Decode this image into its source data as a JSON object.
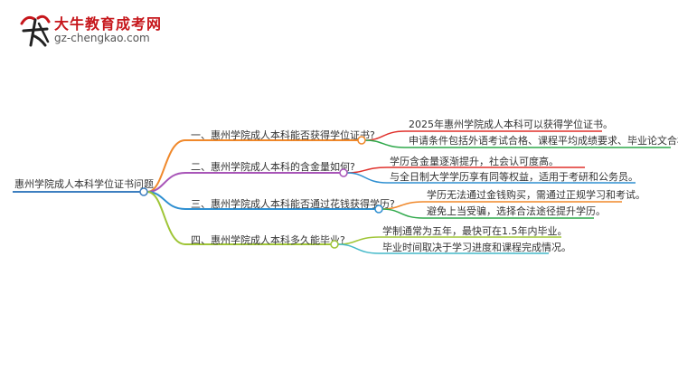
{
  "logo": {
    "title": "大牛教育成考网",
    "url": "gz-chengkao.com"
  },
  "colors": {
    "root": "#3d7fc0",
    "branches": [
      "#f0882a",
      "#a855b8",
      "#2e8fd1",
      "#9fc536"
    ],
    "leaves": [
      [
        "#e0312c",
        "#2ea84a"
      ],
      [
        "#e0312c",
        "#2e8fd1"
      ],
      [
        "#f0882a",
        "#2ea84a"
      ],
      [
        "#9fc536",
        "#44b9c9"
      ]
    ]
  },
  "mindmap": {
    "root": "惠州学院成人本科学位证书问题",
    "branches": [
      {
        "label": "一、惠州学院成人本科能否获得学位证书?",
        "leaves": [
          "2025年惠州学院成人本科可以获得学位证书。",
          "申请条件包括外语考试合格、课程平均成绩要求、毕业论文合格。"
        ]
      },
      {
        "label": "二、惠州学院成人本科的含金量如何?",
        "leaves": [
          "学历含金量逐渐提升，社会认可度高。",
          "与全日制大学学历享有同等权益，适用于考研和公务员。"
        ]
      },
      {
        "label": "三、惠州学院成人本科能否通过花钱获得学历?",
        "leaves": [
          "学历无法通过金钱购买，需通过正规学习和考试。",
          "避免上当受骗，选择合法途径提升学历。"
        ]
      },
      {
        "label": "四、惠州学院成人本科多久能毕业?",
        "leaves": [
          "学制通常为五年，最快可在1.5年内毕业。",
          "毕业时间取决于学习进度和课程完成情况。"
        ]
      }
    ]
  }
}
